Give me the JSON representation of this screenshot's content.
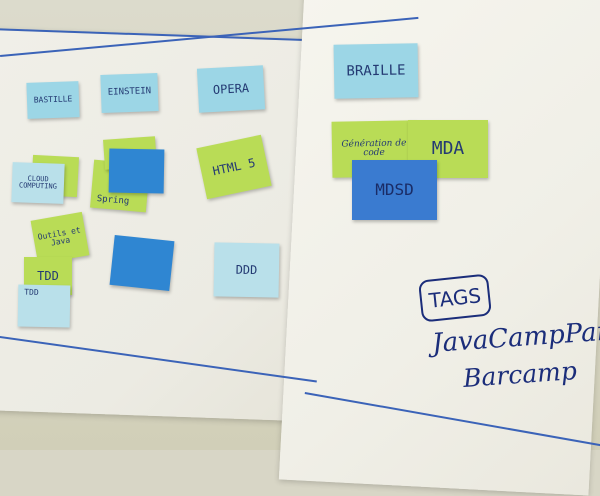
{
  "notes": {
    "bastille": "BASTILLE",
    "einstein": "EINSTEIN",
    "opera": "OPERA",
    "braille": "BRAILLE",
    "cloud": "CLOUD COMPUTING",
    "spring": "Spring",
    "html5": "HTML 5",
    "generation": "Génération de code",
    "mda": "MDA",
    "mdsd": "MDSD",
    "outils": "Outils et Java",
    "ddd": "DDD",
    "tdd_green": "TDD",
    "tdd_cyan": "TDD"
  },
  "board": {
    "tags_label": "TAGS",
    "line1": "JavaCampParis",
    "line2": "Barcamp"
  },
  "colors": {
    "sticky_cyan": "#9cd6e6",
    "sticky_green": "#b9dc56",
    "sticky_blue": "#2f86d2",
    "marker_blue": "#1b2d7a"
  }
}
